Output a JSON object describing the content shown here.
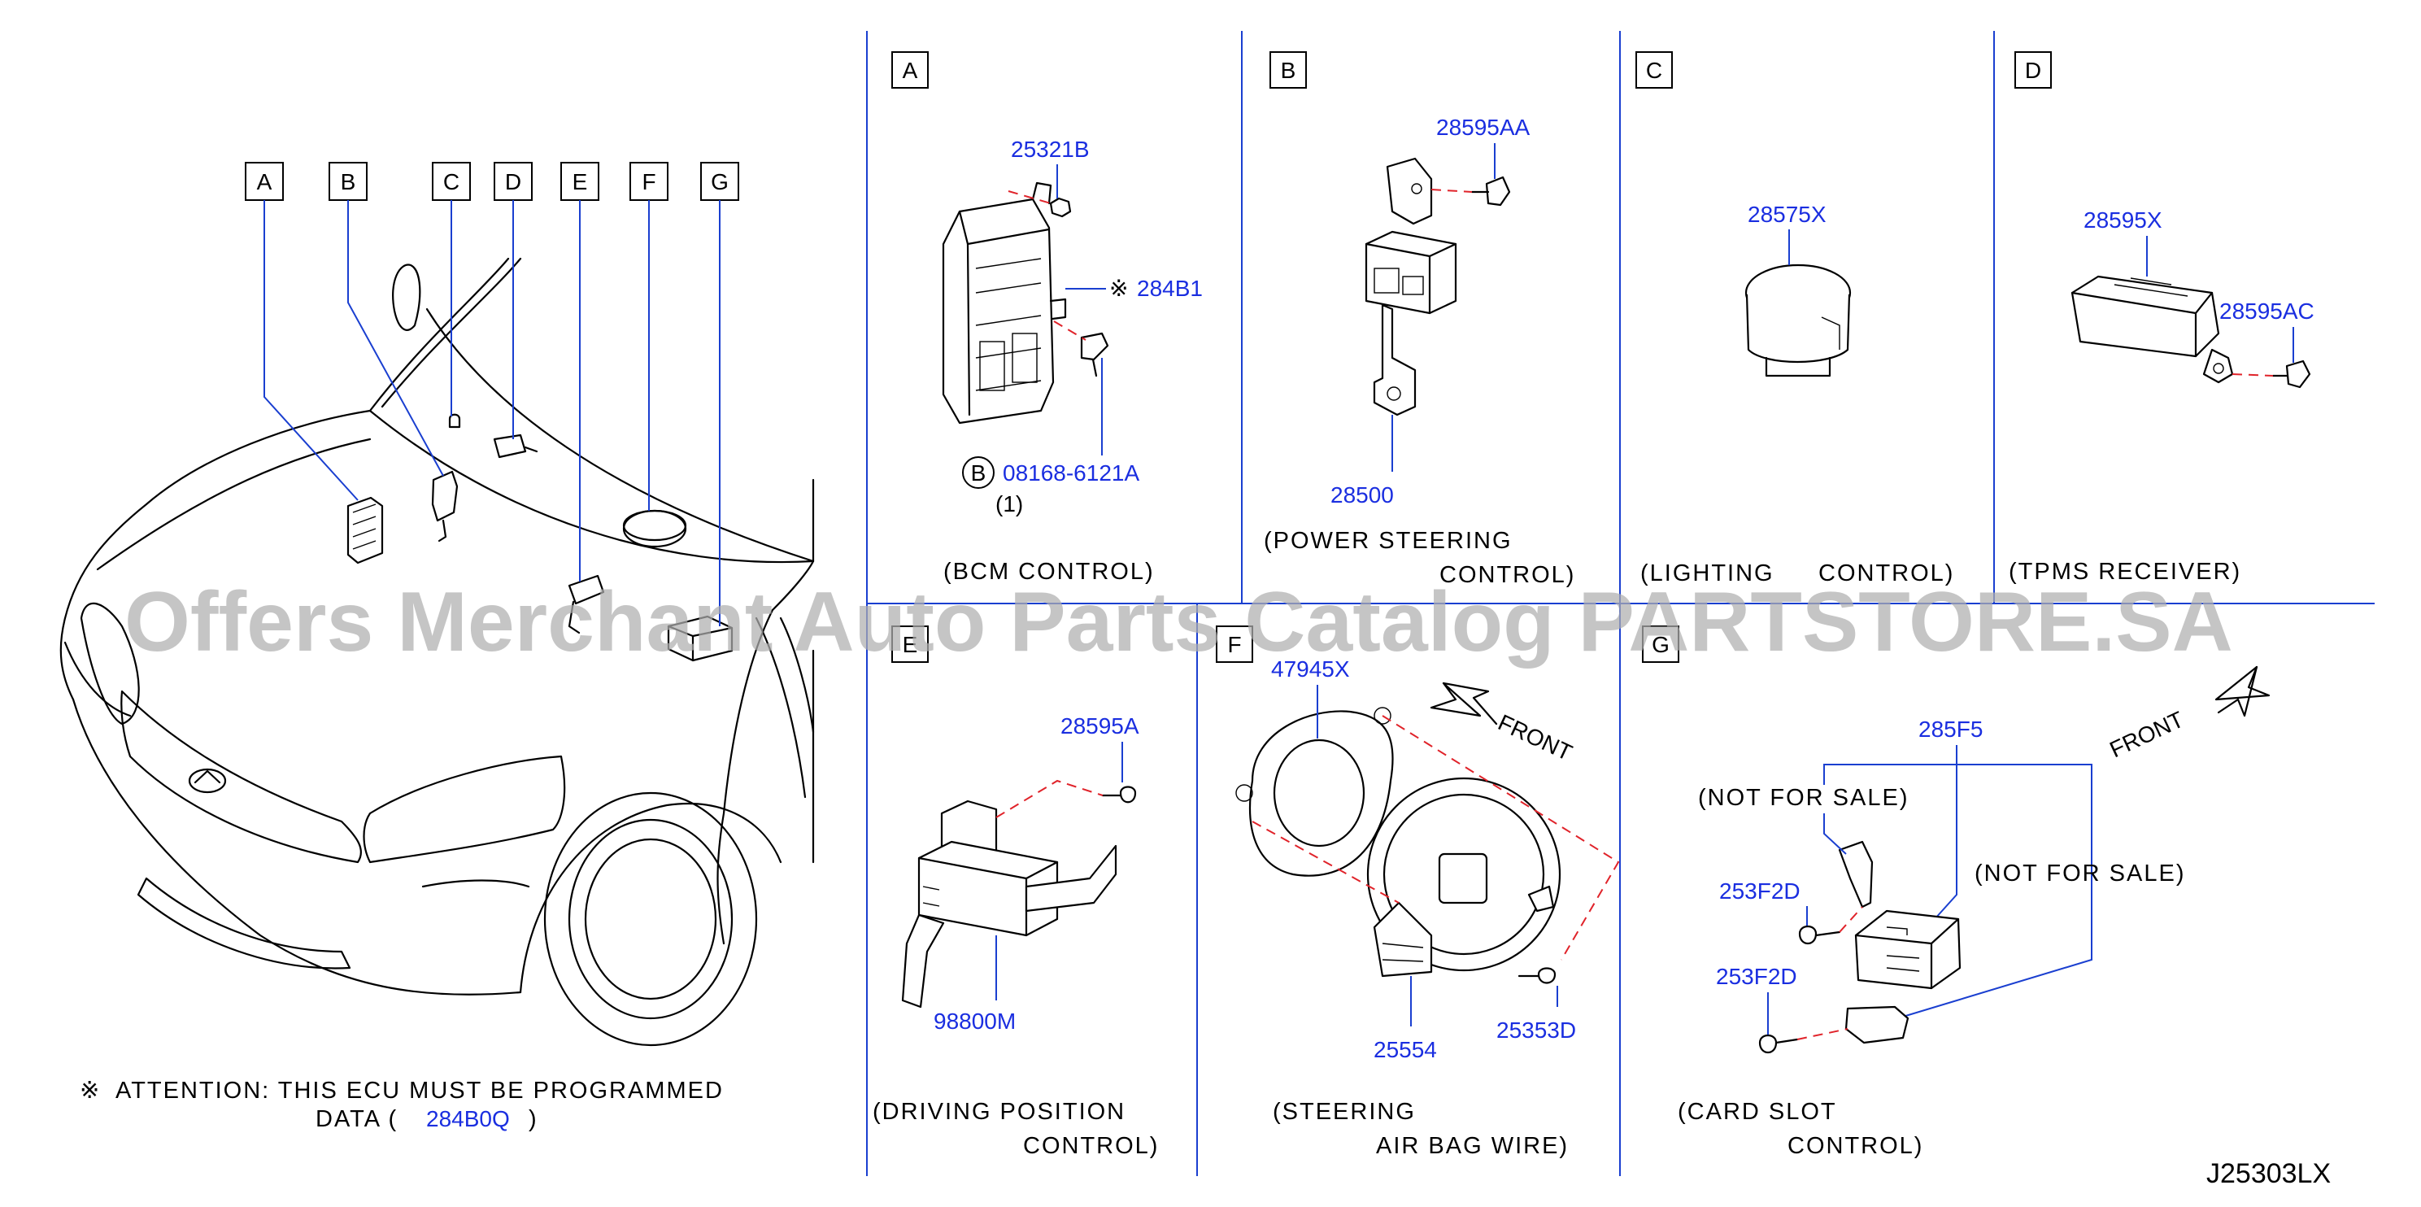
{
  "callouts": [
    "A",
    "B",
    "C",
    "D",
    "E",
    "F",
    "G"
  ],
  "panels": {
    "A": {
      "letter": "A",
      "parts": [
        "25321B",
        "284B1",
        "08168-6121A"
      ],
      "marker": "B",
      "qty": "(1)",
      "caption": [
        "(BCM   CONTROL)"
      ]
    },
    "B": {
      "letter": "B",
      "parts": [
        "28595AA",
        "28500"
      ],
      "caption": [
        "(POWER   STEERING",
        "CONTROL)"
      ]
    },
    "C": {
      "letter": "C",
      "parts": [
        "28575X"
      ],
      "caption": [
        "(LIGHTING",
        "CONTROL)"
      ]
    },
    "D": {
      "letter": "D",
      "parts": [
        "28595X",
        "28595AC"
      ],
      "caption": [
        "(TPMS   RECEIVER)"
      ]
    },
    "E": {
      "letter": "E",
      "parts": [
        "28595A",
        "98800M"
      ],
      "caption": [
        "(DRIVING   POSITION",
        "CONTROL)"
      ]
    },
    "F": {
      "letter": "F",
      "parts": [
        "47945X",
        "25554",
        "25353D"
      ],
      "front": "FRONT",
      "caption": [
        "(STEERING",
        "AIR   BAG   WIRE)"
      ]
    },
    "G": {
      "letter": "G",
      "parts": [
        "285F5",
        "253F2D",
        "253F2D"
      ],
      "front": "FRONT",
      "nfs": [
        "(NOT   FOR   SALE)",
        "(NOT   FOR   SALE)"
      ],
      "caption": [
        "(CARD   SLOT",
        "CONTROL)"
      ]
    }
  },
  "attention": {
    "symbol": "※",
    "line1": "ATTENTION:   THIS   ECU   MUST   BE   PROGRAMMED",
    "line2_prefix": "DATA   (",
    "part": "284B0Q",
    "line2_suffix": ")"
  },
  "diagram_code": "J25303LX",
  "watermark": "Offers Merchant Auto Parts Catalog PARTSTORE.SA",
  "colors": {
    "part_number": "#1a2ee0",
    "leader": "#1a3fd0",
    "dashed_guide": "#e0232a",
    "watermark": "#afafaf"
  }
}
